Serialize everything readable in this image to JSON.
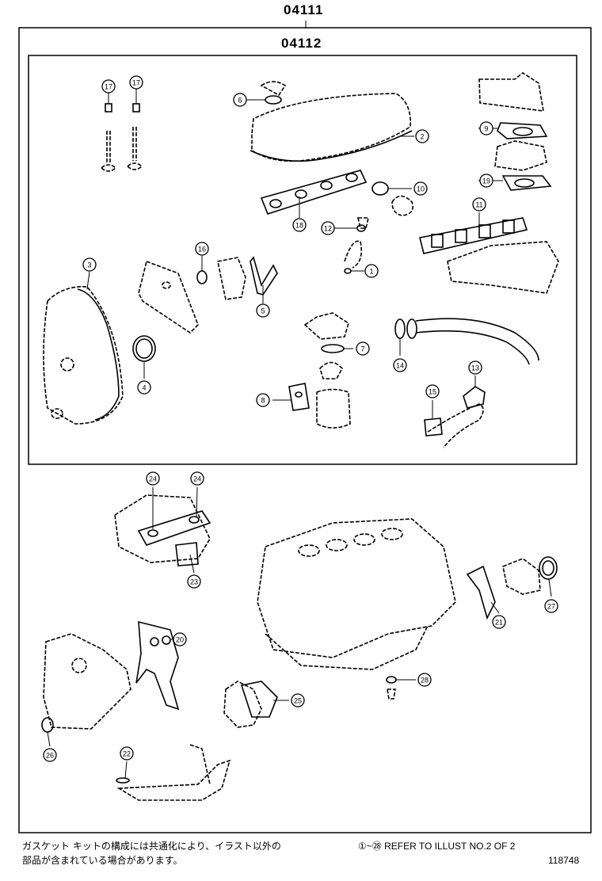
{
  "header": {
    "outer_kit_number": "04111",
    "inner_kit_number": "04112"
  },
  "callouts": [
    {
      "id": "c17a",
      "label": "17"
    },
    {
      "id": "c17b",
      "label": "17"
    },
    {
      "id": "c6",
      "label": "6"
    },
    {
      "id": "c2",
      "label": "2"
    },
    {
      "id": "c9",
      "label": "9"
    },
    {
      "id": "c19",
      "label": "19"
    },
    {
      "id": "c18",
      "label": "18"
    },
    {
      "id": "c10",
      "label": "10"
    },
    {
      "id": "c11",
      "label": "11"
    },
    {
      "id": "c12",
      "label": "12"
    },
    {
      "id": "c1",
      "label": "1"
    },
    {
      "id": "c3",
      "label": "3"
    },
    {
      "id": "c16",
      "label": "16"
    },
    {
      "id": "c5",
      "label": "5"
    },
    {
      "id": "c4",
      "label": "4"
    },
    {
      "id": "c7",
      "label": "7"
    },
    {
      "id": "c14",
      "label": "14"
    },
    {
      "id": "c13",
      "label": "13"
    },
    {
      "id": "c15",
      "label": "15"
    },
    {
      "id": "c8",
      "label": "8"
    },
    {
      "id": "c24a",
      "label": "24"
    },
    {
      "id": "c24b",
      "label": "24"
    },
    {
      "id": "c23",
      "label": "23"
    },
    {
      "id": "c27",
      "label": "27"
    },
    {
      "id": "c21",
      "label": "21"
    },
    {
      "id": "c20",
      "label": "20"
    },
    {
      "id": "c28",
      "label": "28"
    },
    {
      "id": "c25",
      "label": "25"
    },
    {
      "id": "c26",
      "label": "26"
    },
    {
      "id": "c22",
      "label": "22"
    }
  ],
  "footer": {
    "note_jp_line1": "ガスケット キットの構成には共通化により、イラスト以外の",
    "note_jp_line2": "部品が含まれている場合があります。",
    "reference_note": "①~㉘ REFER TO ILLUST NO.2 OF 2",
    "illustration_id": "118748"
  }
}
